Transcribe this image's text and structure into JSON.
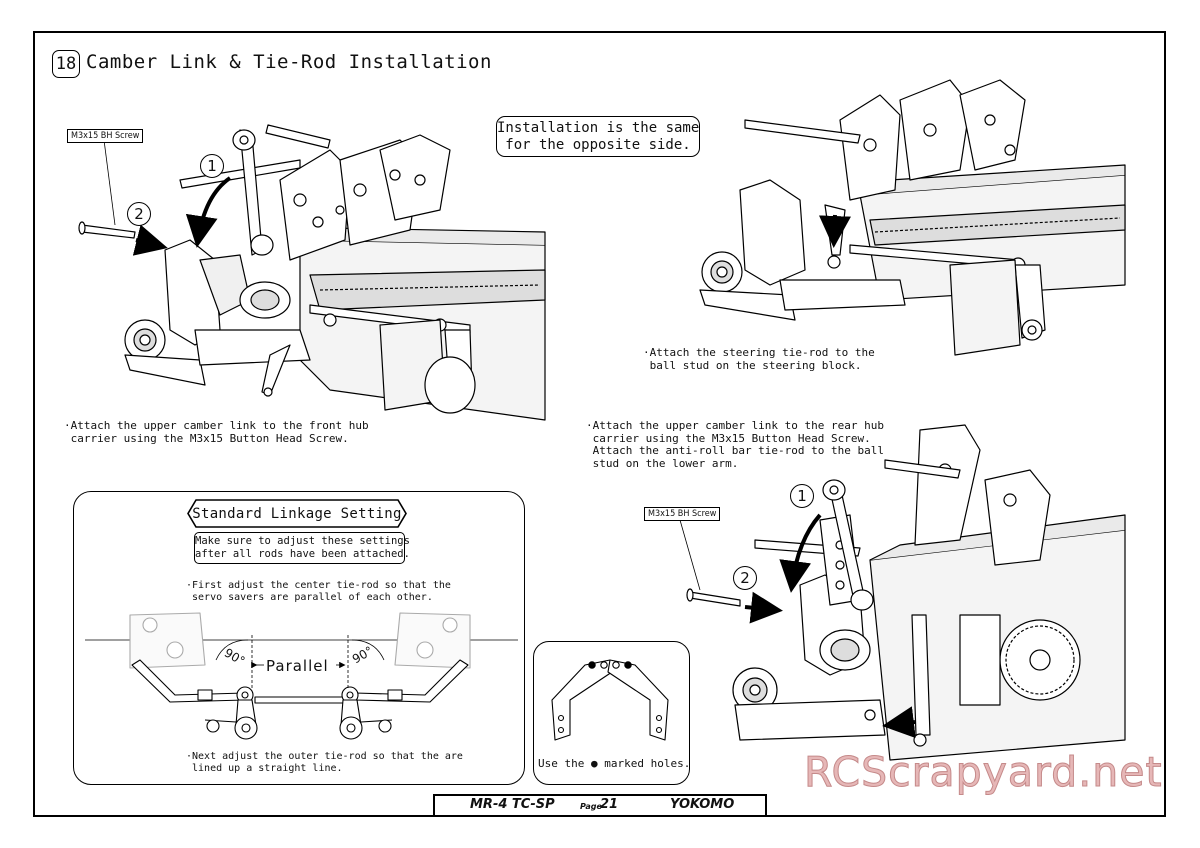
{
  "step": {
    "number": "18",
    "title": "Camber Link & Tie-Rod Installation"
  },
  "front": {
    "screw_label": "M3x15 BH Screw",
    "callout_1": "1",
    "callout_2": "2",
    "note": "·Attach the upper camber link to the front hub\n carrier using the M3x15 Button Head Screw."
  },
  "install_note": "Installation is the same\nfor the opposite side.",
  "steering": {
    "note": "·Attach the steering tie-rod to the\n ball stud on the steering block."
  },
  "rear": {
    "screw_label": "M3x15 BH Screw",
    "callout_1": "1",
    "callout_2": "2",
    "note": "·Attach the upper camber link to the rear hub\n carrier using the M3x15 Button Head Screw.\n Attach the anti-roll bar tie-rod to the ball\n stud on the lower arm."
  },
  "linkage": {
    "title": "Standard Linkage Setting",
    "adjust_note": "Make sure to adjust these settings\nafter all rods have been attached.",
    "first_note": "·First adjust the center tie-rod so that the\n servo savers are parallel of each other.",
    "parallel_label": "Parallel",
    "angle_left": "90°",
    "angle_right": "90°",
    "next_note": "·Next adjust the outer tie-rod so that the are\n lined up a straight line."
  },
  "holes": {
    "note": "Use the ● marked holes."
  },
  "footer": {
    "model": "MR-4 TC-SP",
    "page_label": "Page",
    "page_number": "21",
    "brand": "YOKOMO"
  },
  "watermark": "RCScrapyard.net"
}
